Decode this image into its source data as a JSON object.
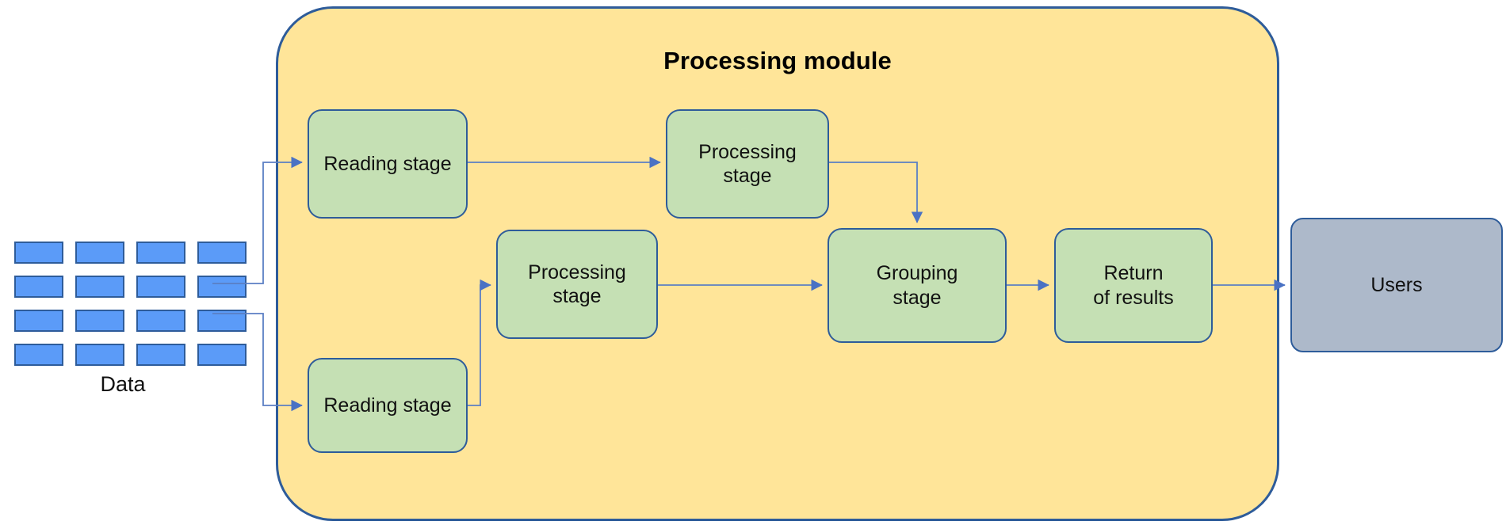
{
  "diagram": {
    "type": "flowchart",
    "title": "Processing module",
    "background": "#ffffff",
    "colors": {
      "module_fill": "#ffe599",
      "module_stroke": "#2e5c9a",
      "stage_fill": "#c5e0b4",
      "stage_stroke": "#2e5c9a",
      "users_fill": "#adb9ca",
      "data_cell_fill": "#5b9bf8",
      "data_cell_stroke": "#2e5c9a",
      "connector": "#5b7fc4",
      "text": "#111111"
    }
  },
  "data_source": {
    "label": "Data",
    "rows": 4,
    "columns": 4,
    "cell_count": 16
  },
  "module": {
    "title": "Processing module"
  },
  "nodes": [
    {
      "id": "reading-top",
      "label": "Reading stage",
      "group": "processing-module"
    },
    {
      "id": "reading-bottom",
      "label": "Reading stage",
      "group": "processing-module"
    },
    {
      "id": "processing-top",
      "label": "Processing\nstage",
      "group": "processing-module"
    },
    {
      "id": "processing-bottom",
      "label": "Processing\nstage",
      "group": "processing-module"
    },
    {
      "id": "grouping",
      "label": "Grouping\nstage",
      "group": "processing-module"
    },
    {
      "id": "return",
      "label": "Return\nof results",
      "group": "processing-module"
    },
    {
      "id": "users",
      "label": "Users",
      "group": "external"
    }
  ],
  "edges": [
    {
      "from": "data",
      "to": "reading-top"
    },
    {
      "from": "data",
      "to": "reading-bottom"
    },
    {
      "from": "reading-top",
      "to": "processing-top"
    },
    {
      "from": "reading-bottom",
      "to": "processing-bottom"
    },
    {
      "from": "processing-top",
      "to": "grouping"
    },
    {
      "from": "processing-bottom",
      "to": "grouping"
    },
    {
      "from": "grouping",
      "to": "return"
    },
    {
      "from": "return",
      "to": "users"
    }
  ]
}
